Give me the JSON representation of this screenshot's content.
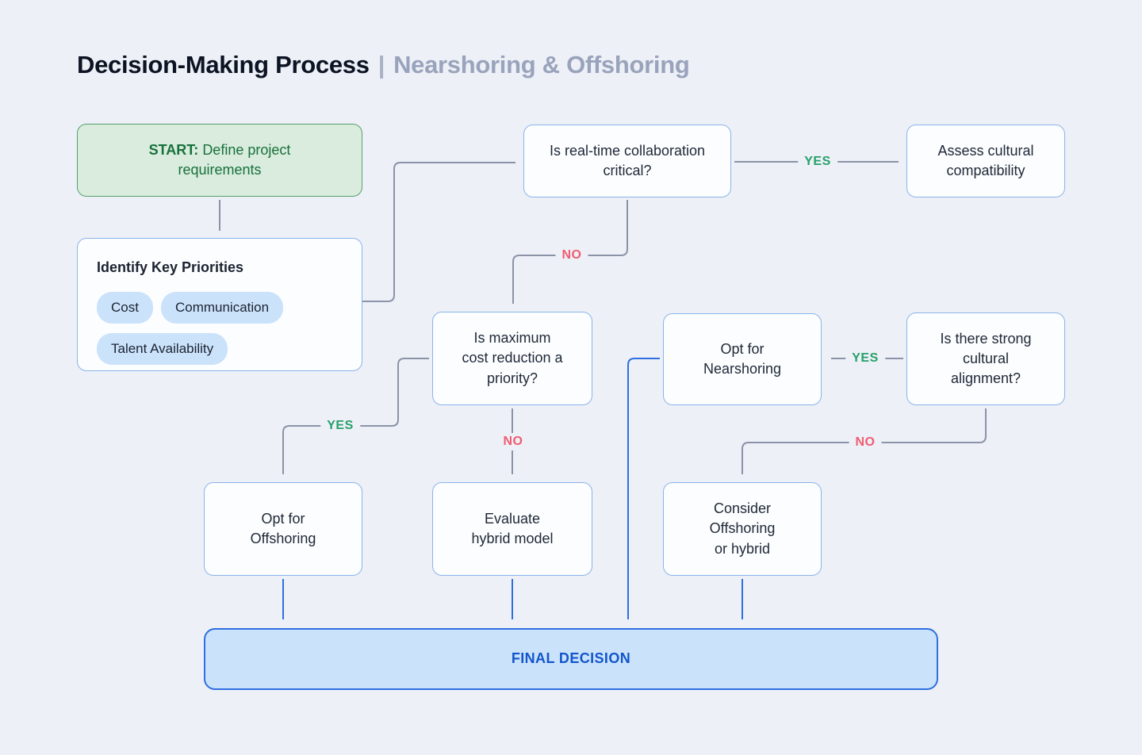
{
  "title": {
    "main": "Decision-Making Process",
    "separator": "|",
    "subtitle": "Nearshoring & Offshoring"
  },
  "nodes": {
    "start": {
      "prefix": "START:",
      "label": "Define project requirements"
    },
    "priorities": {
      "title": "Identify Key Priorities",
      "tags": [
        "Cost",
        "Communication",
        "Talent Availability"
      ]
    },
    "realtime": {
      "label": "Is real-time collaboration critical?"
    },
    "assess": {
      "label": "Assess cultural compatibility"
    },
    "cost": {
      "label": "Is maximum cost reduction a priority?"
    },
    "nearshoring": {
      "label": "Opt for Nearshoring"
    },
    "alignment": {
      "label": "Is there strong cultural alignment?"
    },
    "offshoring": {
      "label": "Opt for Offshoring"
    },
    "hybrid": {
      "label": "Evaluate hybrid model"
    },
    "consider": {
      "label": "Consider Offshoring or hybrid"
    },
    "final": {
      "label": "FINAL DECISION"
    }
  },
  "edge_labels": {
    "realtime_yes": "YES",
    "realtime_no": "NO",
    "cost_yes": "YES",
    "cost_no": "NO",
    "alignment_yes": "YES",
    "alignment_no": "NO"
  },
  "colors": {
    "bg": "#edf0f7",
    "yes": "#27a06a",
    "no": "#f05c72",
    "edge": "#8b93a8",
    "edge-blue": "#2f6fe0",
    "node-border": "#8ab4ea",
    "final-text": "#1256cc",
    "start-green": "#18713c"
  }
}
